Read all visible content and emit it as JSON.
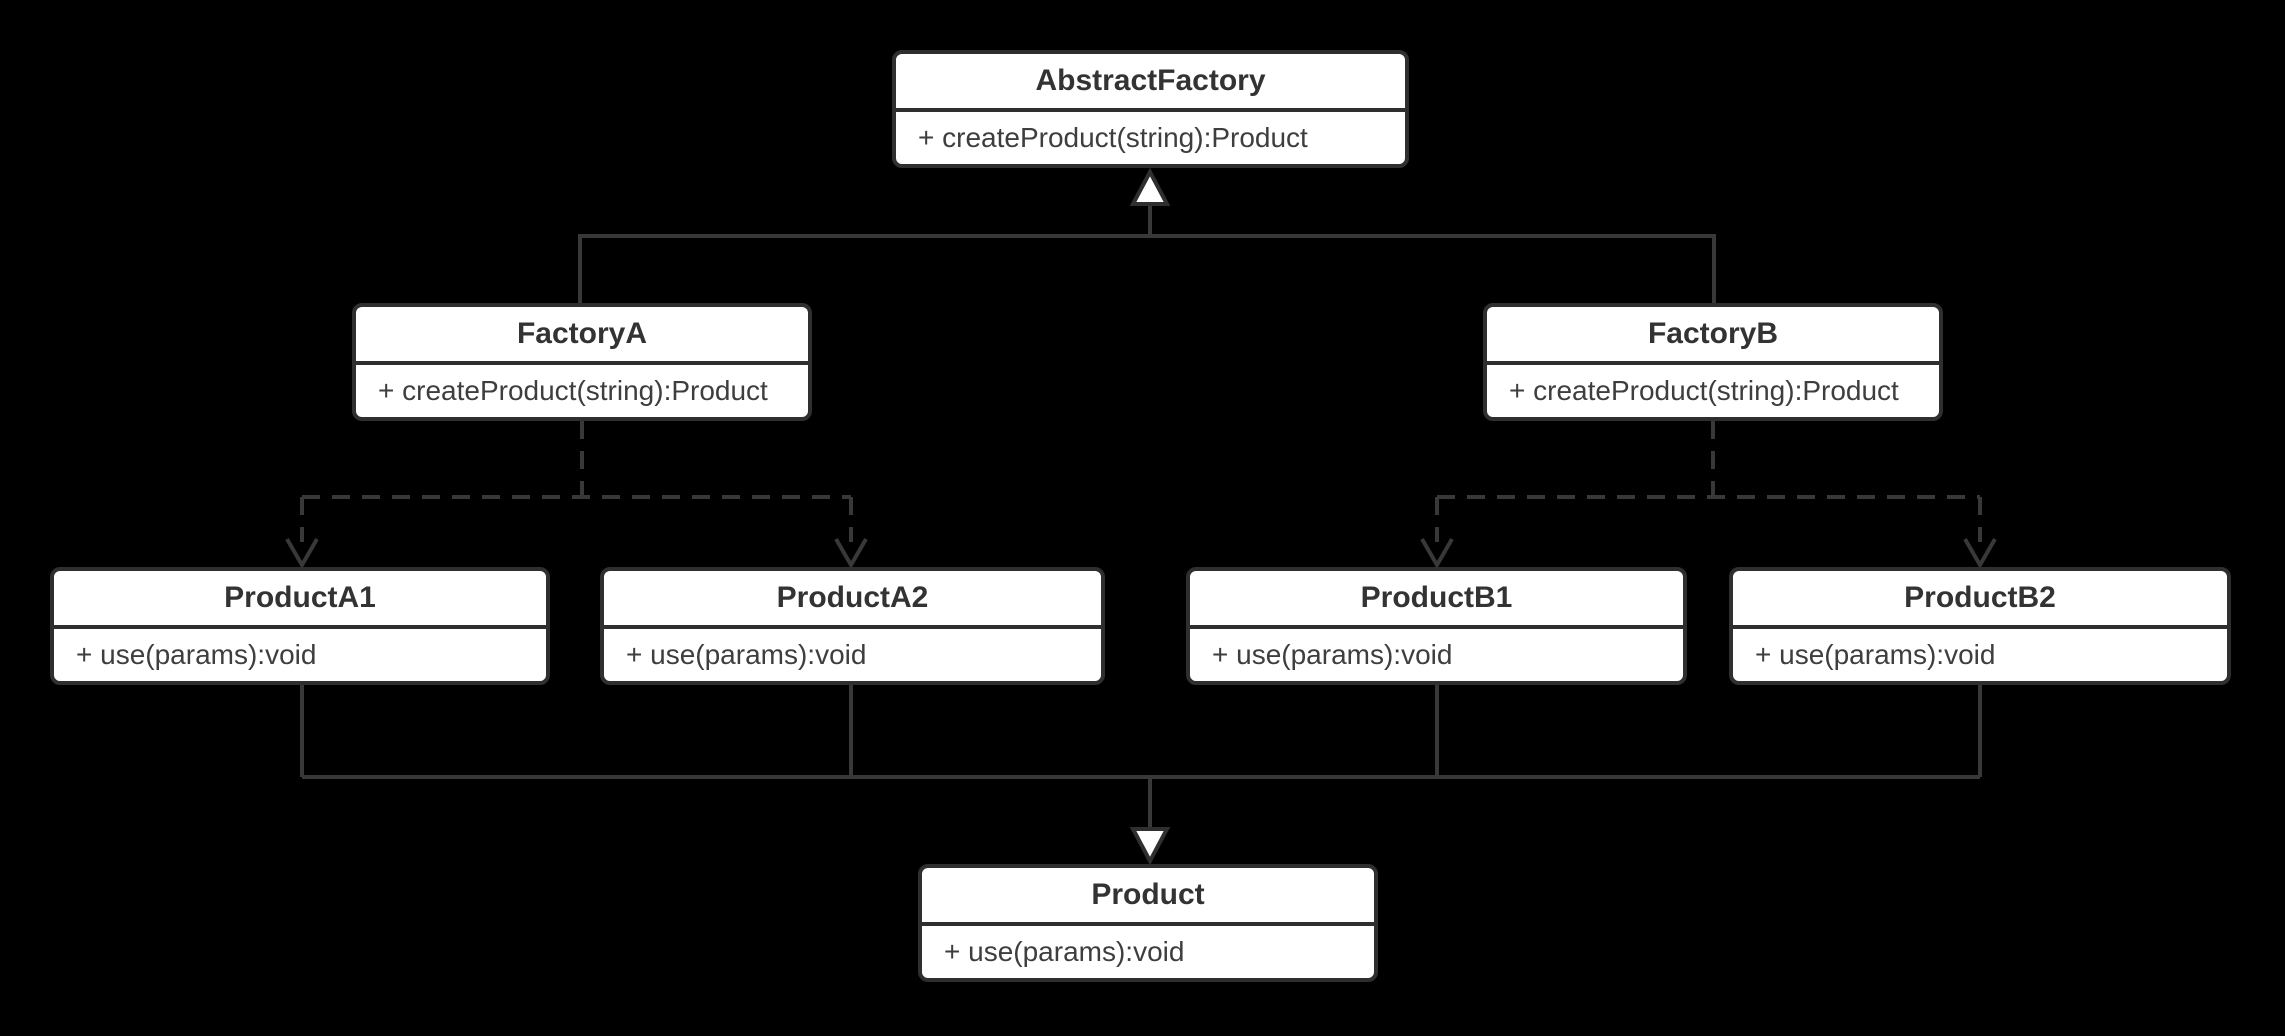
{
  "diagram": {
    "kind": "uml-class-diagram",
    "pattern": "Abstract Factory",
    "colors": {
      "background": "#000000",
      "node_fill": "#ffffff",
      "node_border": "#2f2f2f",
      "connector": "#383838",
      "title_text": "#333333",
      "method_text": "#3e3e3e",
      "triangle_arrow_fill": "#ffffff"
    }
  },
  "classes": [
    {
      "name": "AbstractFactory",
      "methods": [
        "+ createProduct(string):Product"
      ]
    },
    {
      "name": "FactoryA",
      "methods": [
        "+ createProduct(string):Product"
      ]
    },
    {
      "name": "FactoryB",
      "methods": [
        "+ createProduct(string):Product"
      ]
    },
    {
      "name": "ProductA1",
      "methods": [
        "+ use(params):void"
      ]
    },
    {
      "name": "ProductA2",
      "methods": [
        "+ use(params):void"
      ]
    },
    {
      "name": "ProductB1",
      "methods": [
        "+ use(params):void"
      ]
    },
    {
      "name": "ProductB2",
      "methods": [
        "+ use(params):void"
      ]
    },
    {
      "name": "Product",
      "methods": [
        "+ use(params):void"
      ]
    }
  ],
  "relationships": [
    {
      "from": "FactoryA",
      "to": "AbstractFactory",
      "type": "generalization",
      "line": "solid",
      "arrowhead": "hollow-triangle"
    },
    {
      "from": "FactoryB",
      "to": "AbstractFactory",
      "type": "generalization",
      "line": "solid",
      "arrowhead": "hollow-triangle"
    },
    {
      "from": "FactoryA",
      "to": "ProductA1",
      "type": "dependency",
      "line": "dashed",
      "arrowhead": "open-v"
    },
    {
      "from": "FactoryA",
      "to": "ProductA2",
      "type": "dependency",
      "line": "dashed",
      "arrowhead": "open-v"
    },
    {
      "from": "FactoryB",
      "to": "ProductB1",
      "type": "dependency",
      "line": "dashed",
      "arrowhead": "open-v"
    },
    {
      "from": "FactoryB",
      "to": "ProductB2",
      "type": "dependency",
      "line": "dashed",
      "arrowhead": "open-v"
    },
    {
      "from": "ProductA1",
      "to": "Product",
      "type": "generalization",
      "line": "solid",
      "arrowhead": "hollow-triangle"
    },
    {
      "from": "ProductA2",
      "to": "Product",
      "type": "generalization",
      "line": "solid",
      "arrowhead": "hollow-triangle"
    },
    {
      "from": "ProductB1",
      "to": "Product",
      "type": "generalization",
      "line": "solid",
      "arrowhead": "hollow-triangle"
    },
    {
      "from": "ProductB2",
      "to": "Product",
      "type": "generalization",
      "line": "solid",
      "arrowhead": "hollow-triangle"
    }
  ]
}
